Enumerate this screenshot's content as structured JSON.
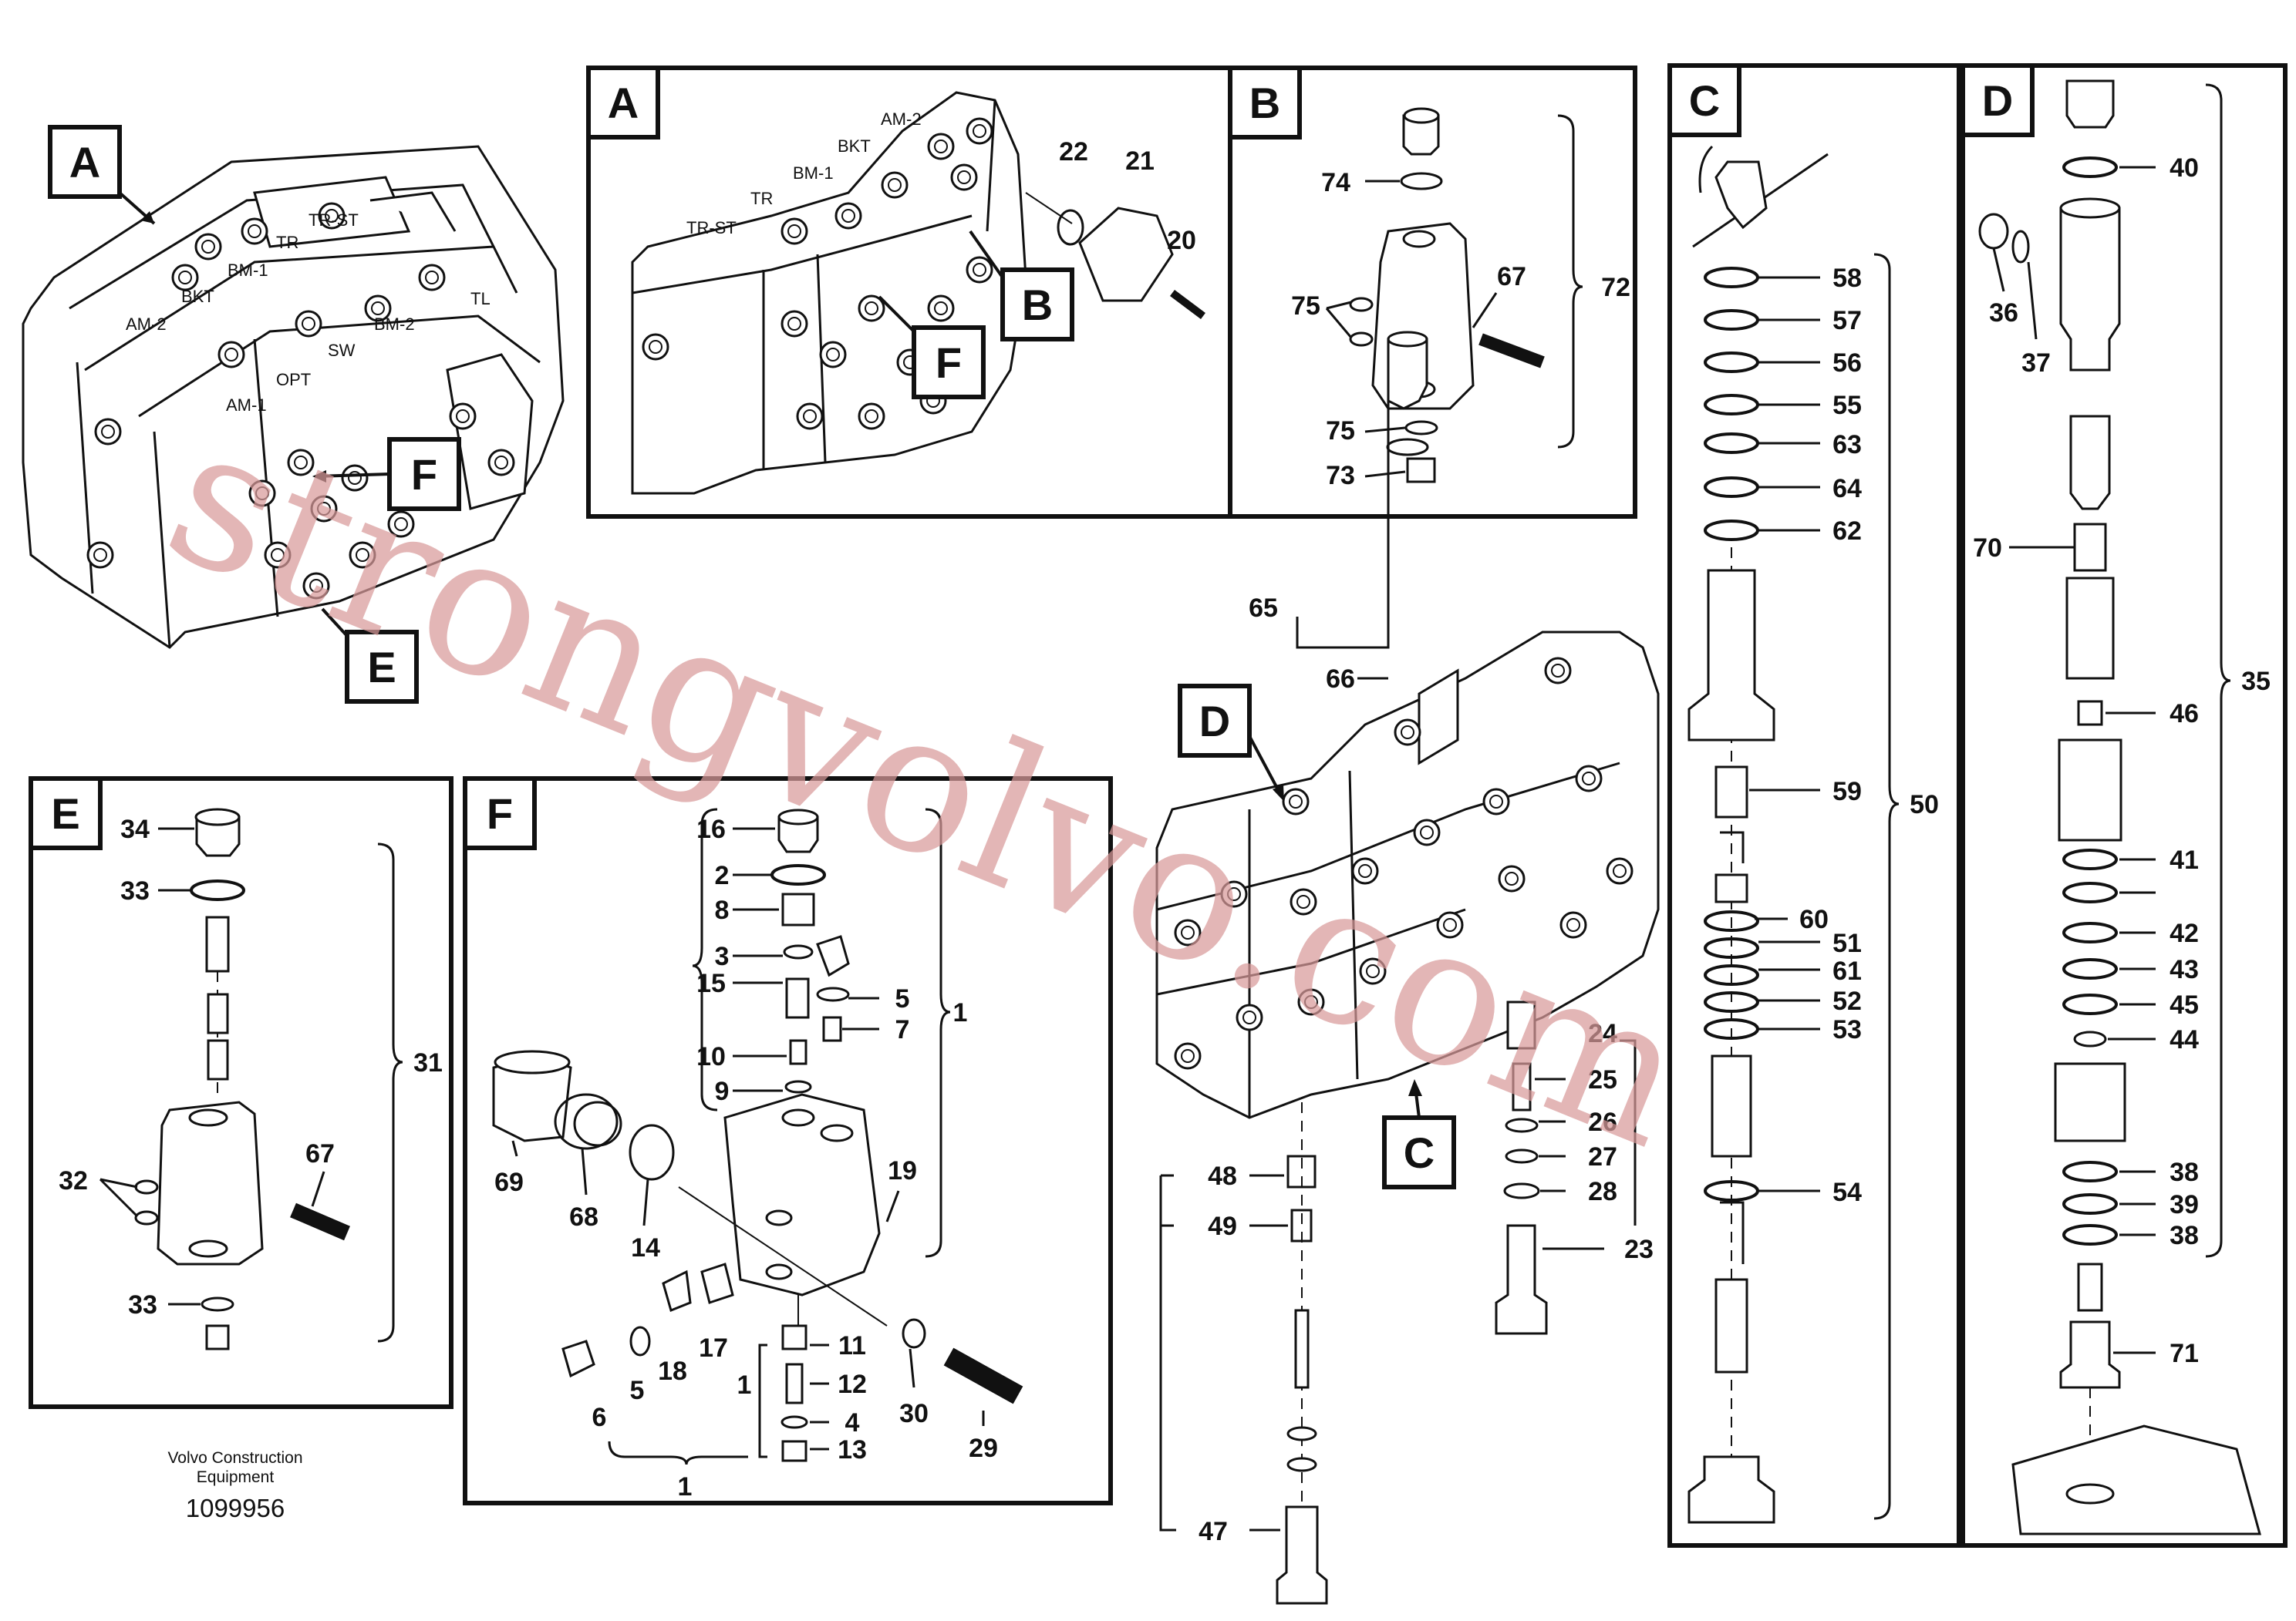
{
  "callouts": {
    "A": "A",
    "B": "B",
    "C": "C",
    "D": "D",
    "E": "E",
    "F": "F"
  },
  "ports": {
    "am2": "AM-2",
    "bkt": "BKT",
    "bm1": "BM-1",
    "tr": "TR",
    "trst": "TR-ST",
    "bm2": "BM-2",
    "tl": "TL",
    "sw": "SW",
    "opt": "OPT",
    "am1": "AM-1"
  },
  "parts": {
    "p1": "1",
    "p2": "2",
    "p3": "3",
    "p4": "4",
    "p5": "5",
    "p6": "6",
    "p7": "7",
    "p8": "8",
    "p9": "9",
    "p10": "10",
    "p11": "11",
    "p12": "12",
    "p13": "13",
    "p14": "14",
    "p15": "15",
    "p16": "16",
    "p17": "17",
    "p18": "18",
    "p19": "19",
    "p20": "20",
    "p21": "21",
    "p22": "22",
    "p23": "23",
    "p24": "24",
    "p25": "25",
    "p26": "26",
    "p27": "27",
    "p28": "28",
    "p29": "29",
    "p30": "30",
    "p31": "31",
    "p32": "32",
    "p33": "33",
    "p34": "34",
    "p35": "35",
    "p36": "36",
    "p37": "37",
    "p38": "38",
    "p39": "39",
    "p40": "40",
    "p41": "41",
    "p42": "42",
    "p43": "43",
    "p44": "44",
    "p45": "45",
    "p46": "46",
    "p47": "47",
    "p48": "48",
    "p49": "49",
    "p50": "50",
    "p51": "51",
    "p52": "52",
    "p53": "53",
    "p54": "54",
    "p55": "55",
    "p56": "56",
    "p57": "57",
    "p58": "58",
    "p59": "59",
    "p60": "60",
    "p61": "61",
    "p62": "62",
    "p63": "63",
    "p64": "64",
    "p65": "65",
    "p66": "66",
    "p67": "67",
    "p68": "68",
    "p69": "69",
    "p70": "70",
    "p71": "71",
    "p72": "72",
    "p73": "73",
    "p74": "74",
    "p75": "75",
    "p3b": "3",
    "p15b": "15"
  },
  "footer": {
    "line1": "Volvo Construction",
    "line2": "Equipment",
    "drawing_no": "1099956"
  },
  "watermark": "strongvolvo.com"
}
